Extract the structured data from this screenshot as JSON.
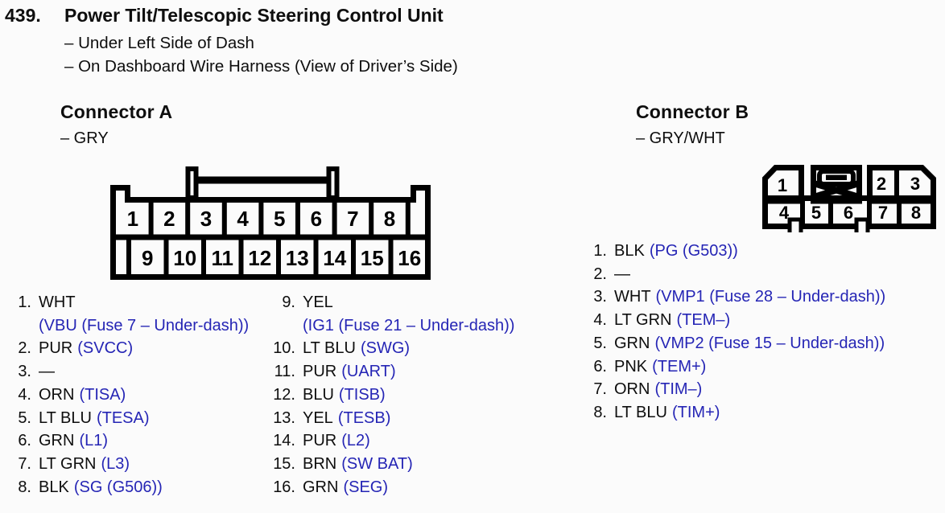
{
  "page": {
    "number": "439.",
    "title": "Power Tilt/Telescopic Steering Control Unit",
    "location_lines": [
      "– Under Left Side of Dash",
      "– On Dashboard Wire Harness (View of Driver’s Side)"
    ]
  },
  "colors": {
    "page_background": "#fbfbfb",
    "text": "#0e0e0e",
    "annotation_blue": "#2525b5",
    "diagram_line": "#000000"
  },
  "connector_a": {
    "title": "Connector A",
    "color_label": "– GRY",
    "diagram": {
      "top_row": [
        "1",
        "2",
        "3",
        "4",
        "5",
        "6",
        "7",
        "8"
      ],
      "bottom_row": [
        "9",
        "10",
        "11",
        "12",
        "13",
        "14",
        "15",
        "16"
      ]
    },
    "pins": [
      {
        "num": "1.",
        "wire": "WHT",
        "signal": "(VBU (Fuse 7 – Under-dash))"
      },
      {
        "num": "2.",
        "wire": "PUR",
        "signal": "(SVCC)"
      },
      {
        "num": "3.",
        "wire": "—",
        "signal": ""
      },
      {
        "num": "4.",
        "wire": "ORN",
        "signal": "(TISA)"
      },
      {
        "num": "5.",
        "wire": "LT BLU",
        "signal": "(TESA)"
      },
      {
        "num": "6.",
        "wire": "GRN",
        "signal": "(L1)"
      },
      {
        "num": "7.",
        "wire": "LT GRN",
        "signal": "(L3)"
      },
      {
        "num": "8.",
        "wire": "BLK",
        "signal": "(SG (G506))"
      },
      {
        "num": "9.",
        "wire": "YEL",
        "signal": "(IG1 (Fuse 21 – Under-dash))"
      },
      {
        "num": "10.",
        "wire": "LT BLU",
        "signal": "(SWG)"
      },
      {
        "num": "11.",
        "wire": "PUR",
        "signal": "(UART)"
      },
      {
        "num": "12.",
        "wire": "BLU",
        "signal": "(TISB)"
      },
      {
        "num": "13.",
        "wire": "YEL",
        "signal": "(TESB)"
      },
      {
        "num": "14.",
        "wire": "PUR",
        "signal": "(L2)"
      },
      {
        "num": "15.",
        "wire": "BRN",
        "signal": "(SW BAT)"
      },
      {
        "num": "16.",
        "wire": "GRN",
        "signal": "(SEG)"
      }
    ]
  },
  "connector_b": {
    "title": "Connector B",
    "color_label": "– GRY/WHT",
    "diagram": {
      "top_row": [
        "1",
        "2",
        "3"
      ],
      "bottom_row": [
        "4",
        "5",
        "6",
        "7",
        "8"
      ]
    },
    "pins": [
      {
        "num": "1.",
        "wire": "BLK",
        "signal": "(PG (G503))"
      },
      {
        "num": "2.",
        "wire": "—",
        "signal": ""
      },
      {
        "num": "3.",
        "wire": "WHT",
        "signal": "(VMP1 (Fuse 28 – Under-dash))"
      },
      {
        "num": "4.",
        "wire": "LT GRN",
        "signal": "(TEM–)"
      },
      {
        "num": "5.",
        "wire": "GRN",
        "signal": "(VMP2 (Fuse 15 – Under-dash))"
      },
      {
        "num": "6.",
        "wire": "PNK",
        "signal": "(TEM+)"
      },
      {
        "num": "7.",
        "wire": "ORN",
        "signal": "(TIM–)"
      },
      {
        "num": "8.",
        "wire": "LT BLU",
        "signal": "(TIM+)"
      }
    ]
  }
}
